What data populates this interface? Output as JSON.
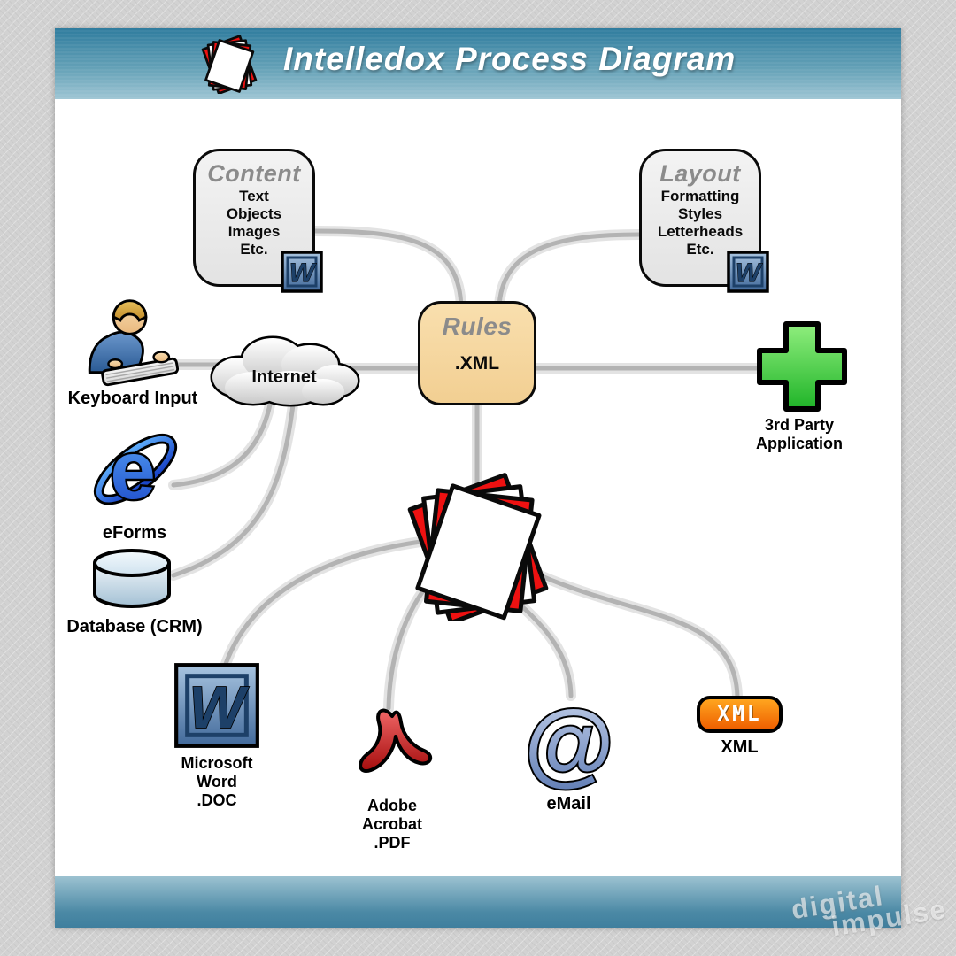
{
  "header": {
    "title": "Intelledox Process Diagram"
  },
  "nodes": {
    "content": {
      "title": "Content",
      "lines": [
        "Text",
        "Objects",
        "Images",
        "Etc."
      ]
    },
    "layout": {
      "title": "Layout",
      "lines": [
        "Formatting",
        "Styles",
        "Letterheads",
        "Etc."
      ]
    },
    "rules": {
      "title": "Rules",
      "format": ".XML"
    },
    "keyboard": {
      "label": "Keyboard Input"
    },
    "internet": {
      "label": "Internet"
    },
    "eforms": {
      "label": "eForms"
    },
    "database": {
      "label": "Database (CRM)"
    },
    "third_party": {
      "lines": [
        "3rd Party",
        "Application"
      ]
    },
    "word": {
      "lines": [
        "Microsoft",
        "Word",
        ".DOC"
      ]
    },
    "acrobat": {
      "lines": [
        "Adobe",
        "Acrobat",
        ".PDF"
      ]
    },
    "email": {
      "label": "eMail"
    },
    "xml": {
      "badge": "XML",
      "label": "XML"
    }
  },
  "icons": {
    "word_letter": "W",
    "ie_letter": "e",
    "at_symbol": "@"
  },
  "watermark": {
    "line1": "digital",
    "line2": "impulse"
  },
  "colors": {
    "header_top": "#2f7c9e",
    "header_bottom": "#9dc4d3",
    "rules_fill": "#f7d9a1",
    "box_fill": "#ededed",
    "wire": "#b3b3b3",
    "logo_red": "#ee1111",
    "word_blue": "#1d4068",
    "ie_blue": "#2b6cf0",
    "plus_green": "#2fbe2f",
    "xml_orange": "#f97316",
    "email_blue": "#6080b8"
  }
}
